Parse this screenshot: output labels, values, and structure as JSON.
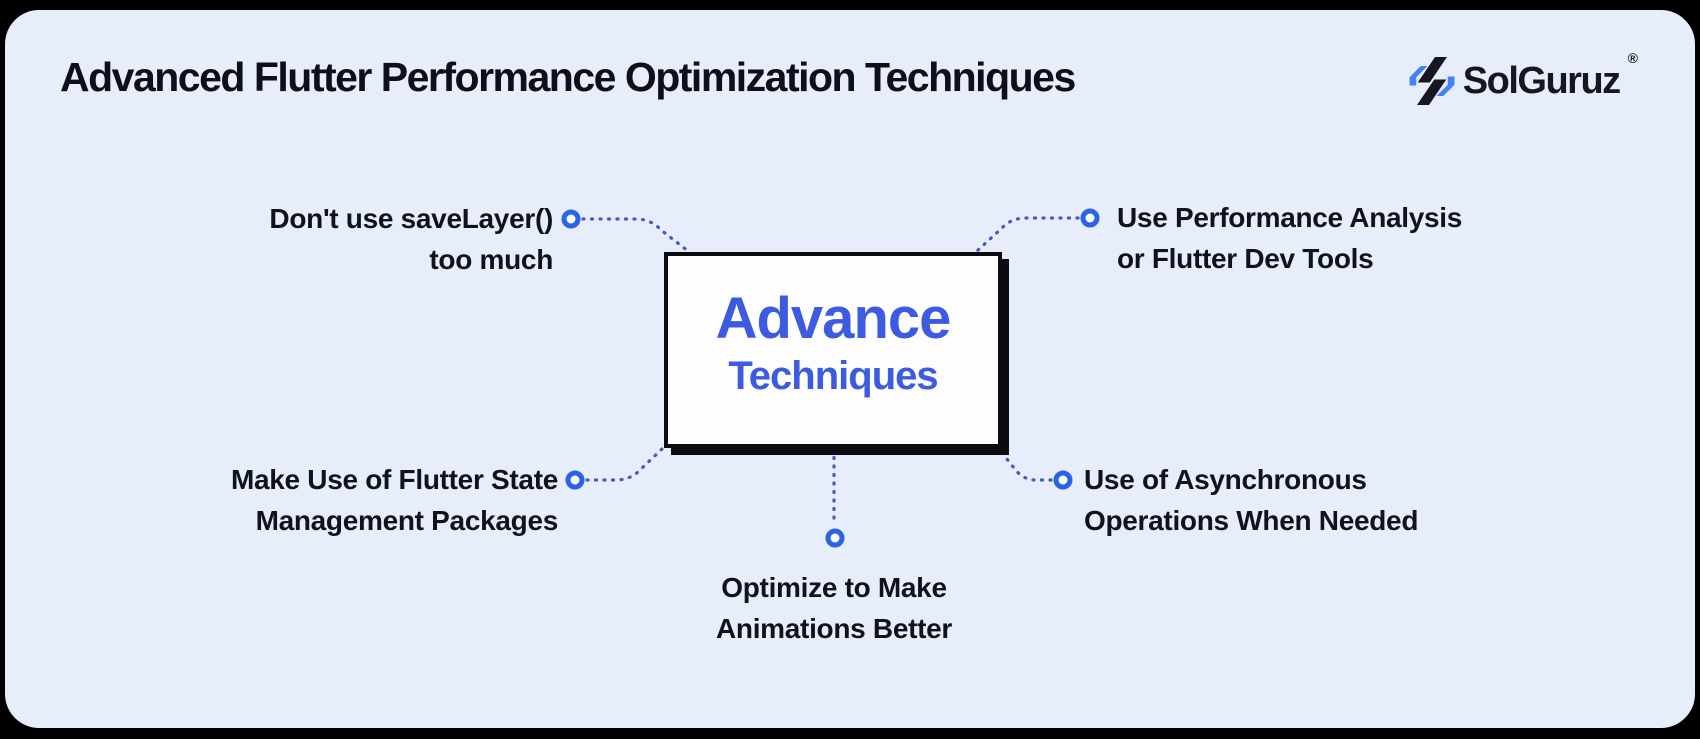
{
  "header": {
    "title": "Advanced Flutter Performance Optimization Techniques"
  },
  "logo": {
    "text": "SolGuruz",
    "registered": "®",
    "icon": "solguruz-bolt-icon"
  },
  "center_node": {
    "title": "Advance",
    "subtitle": "Techniques"
  },
  "nodes": [
    {
      "position": "top-left",
      "lines": [
        "Don't use saveLayer()",
        "too much"
      ]
    },
    {
      "position": "top-right",
      "lines": [
        "Use Performance Analysis",
        "or Flutter Dev Tools"
      ]
    },
    {
      "position": "bottom-left",
      "lines": [
        "Make Use of Flutter State",
        "Management Packages"
      ]
    },
    {
      "position": "bottom-right",
      "lines": [
        "Use of Asynchronous",
        "Operations When Needed"
      ]
    },
    {
      "position": "bottom-center",
      "lines": [
        "Optimize to Make",
        "Animations Better"
      ]
    }
  ],
  "colors": {
    "outer_bg": "#000000",
    "card_bg": "#e7edfb",
    "ink": "#10131f",
    "accent_blue": "#3d5be1",
    "ring_blue": "#2b63e6",
    "dotted_line": "#4a5ab8",
    "logo_blue": "#4483f2",
    "logo_ink": "#16181f",
    "node_box_bg": "#fdfdfe",
    "node_box_border": "#0b0c10"
  }
}
